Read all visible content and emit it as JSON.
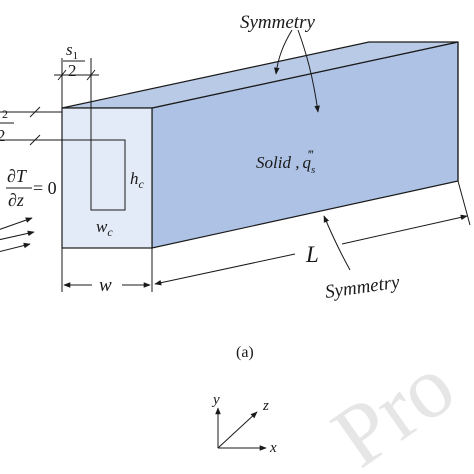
{
  "labels": {
    "symmetry_top": "Symmetry",
    "symmetry_bottom": "Symmetry",
    "solid": "Solid ,",
    "q": "q",
    "q_sub": "s",
    "q_sup": "‴",
    "s": "s",
    "s_sub": "1",
    "two_top": "2",
    "s2_sub": "2",
    "two_left": "2",
    "dT": "∂T",
    "dz": "∂z",
    "eq_zero": "= 0",
    "h": "h",
    "h_sub": "c",
    "wc": "w",
    "wc_sub": "c",
    "w": "w",
    "L": "L",
    "caption": "(a)",
    "axis_y": "y",
    "axis_z": "z",
    "axis_x": "x",
    "watermark": "Pro"
  },
  "colors": {
    "front_face": "#e4ebf8",
    "top_face": "#b9cae6",
    "side_face": "#adc2e5",
    "line": "#1a1a1a",
    "watermark": "#e6e6e6"
  }
}
